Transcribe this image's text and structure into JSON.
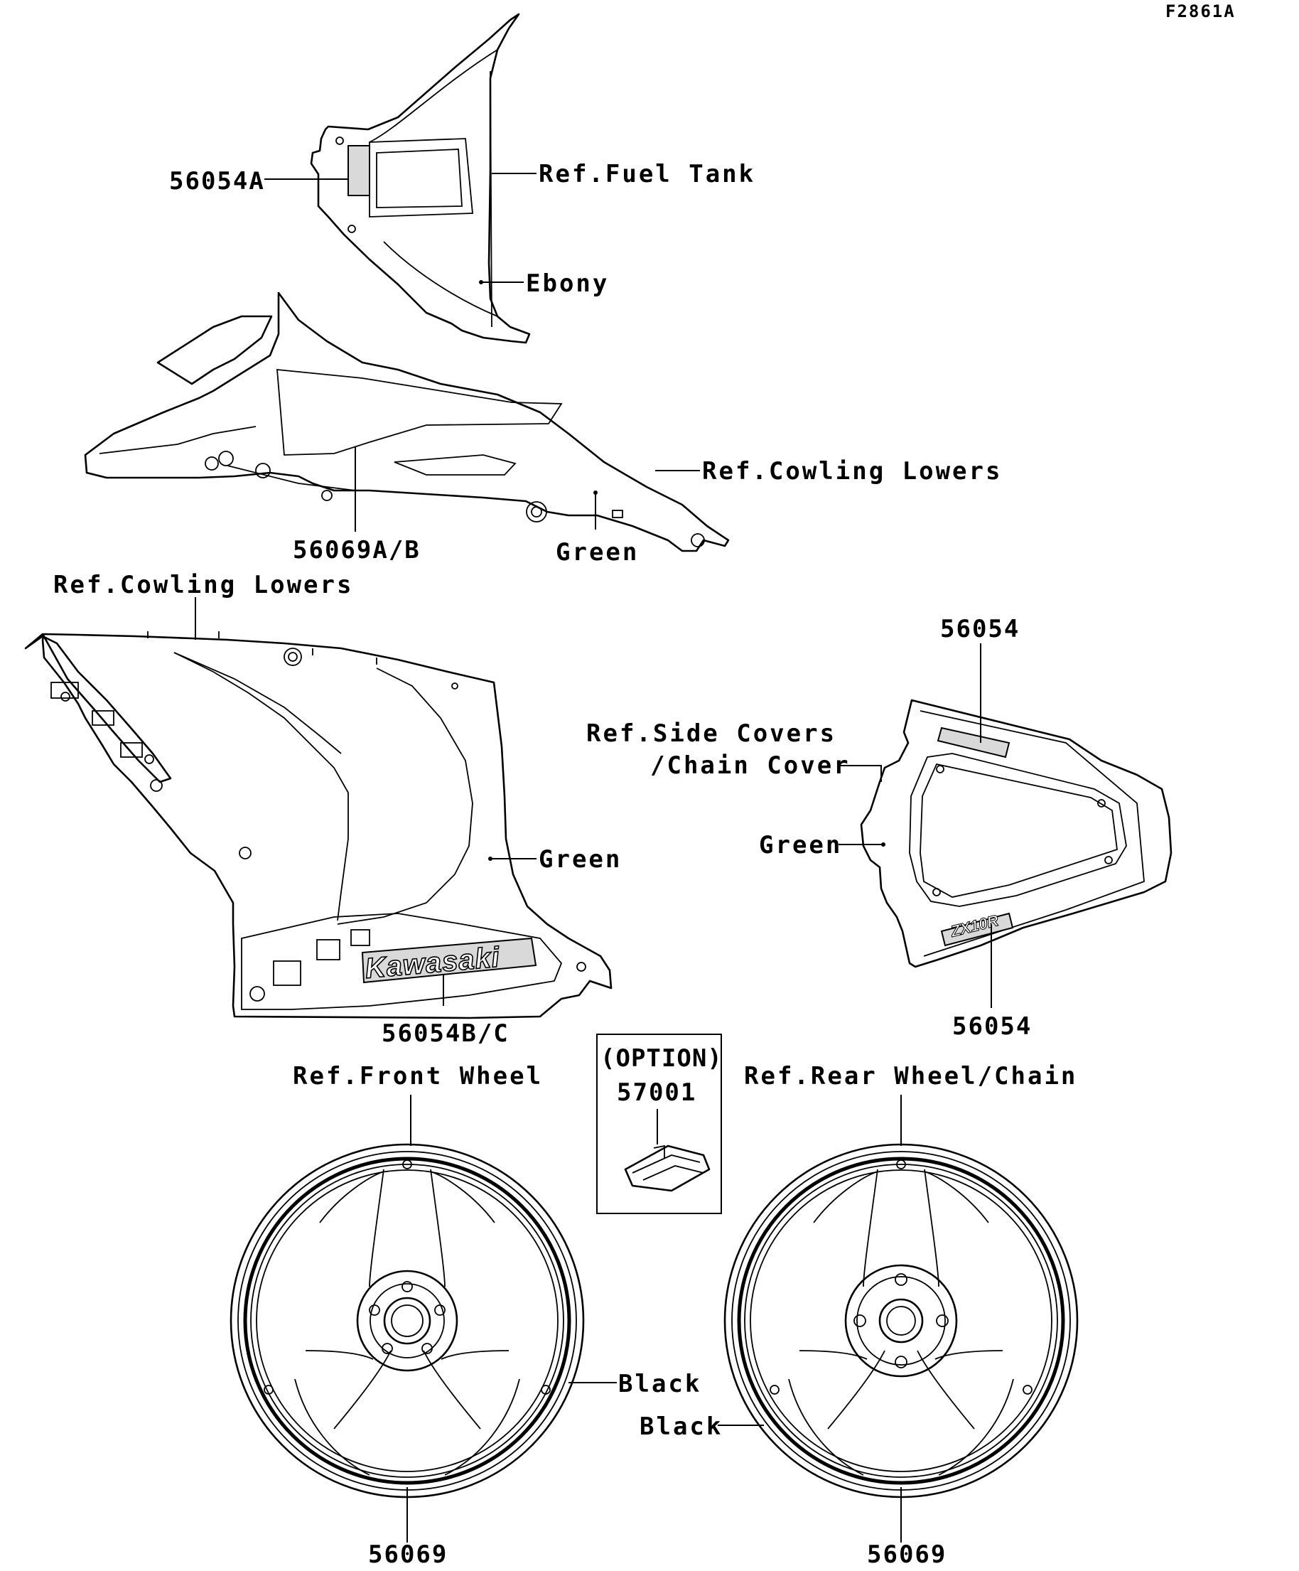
{
  "figure_id": "F2861A",
  "parts": {
    "p56054A": "56054A",
    "p56069AB": "56069A/B",
    "p56054BC": "56054B/C",
    "p56054_top": "56054",
    "p56054_bottom": "56054",
    "p57001": "57001",
    "p56069_front": "56069",
    "p56069_rear": "56069"
  },
  "labels": {
    "ref_fuel_tank": "Ref.Fuel Tank",
    "ebony": "Ebony",
    "ref_cowling_lowers_1": "Ref.Cowling Lowers",
    "green_1": "Green",
    "ref_cowling_lowers_2": "Ref.Cowling Lowers",
    "green_2": "Green",
    "ref_side_covers_1": "Ref.Side Covers",
    "ref_side_covers_2": "/Chain Cover",
    "green_3": "Green",
    "option": "(OPTION)",
    "ref_front_wheel": "Ref.Front Wheel",
    "ref_rear_wheel": "Ref.Rear Wheel/Chain",
    "black_1": "Black",
    "black_2": "Black"
  },
  "decal_text": {
    "kawasaki": "Kawasaki",
    "zx10r": "ZX10R"
  },
  "colors": {
    "line": "#000000",
    "background": "#ffffff"
  }
}
